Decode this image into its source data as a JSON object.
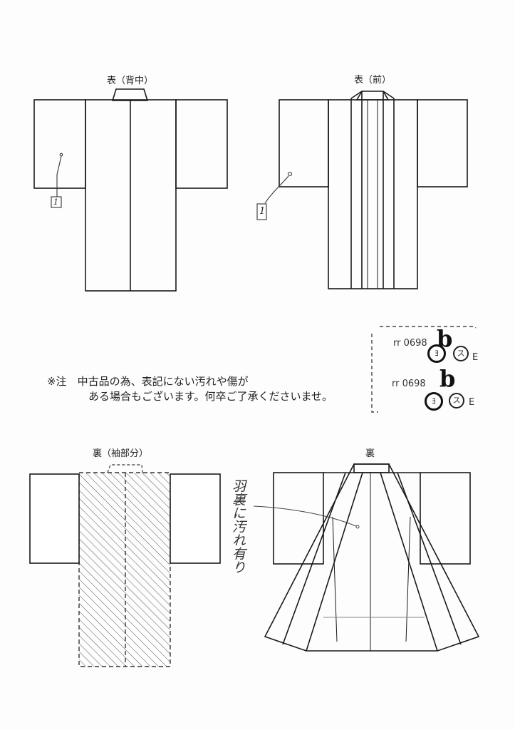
{
  "views": {
    "front_back": {
      "title": "表（背中）",
      "stain_label": "1"
    },
    "front_front": {
      "title": "表（前）",
      "stain_label": "1"
    },
    "lining_sleeve": {
      "title": "裏（袖部分）"
    },
    "lining": {
      "title": "裏",
      "handwritten_note": "羽裏に汚れ有り"
    }
  },
  "notice": {
    "line1": "※注　中古品の為、表記にない汚れや傷が",
    "line2": "ある場合もございます。何卒ご了承くださいませ。"
  },
  "condition_box": {
    "rows": [
      {
        "code": "rr 0698",
        "handwritten_mark": "b",
        "circled_grade": "ﾖ",
        "grades": [
          "ス",
          "E"
        ]
      },
      {
        "code": "rr 0698",
        "handwritten_mark": "b",
        "circled_grade": "ﾖ",
        "grades": [
          "ス",
          "E"
        ]
      }
    ]
  },
  "colors": {
    "line": "#1a1a1a",
    "border": "#222222",
    "ink": "#111111",
    "light_ink": "#555555",
    "hatch": "#555555"
  }
}
